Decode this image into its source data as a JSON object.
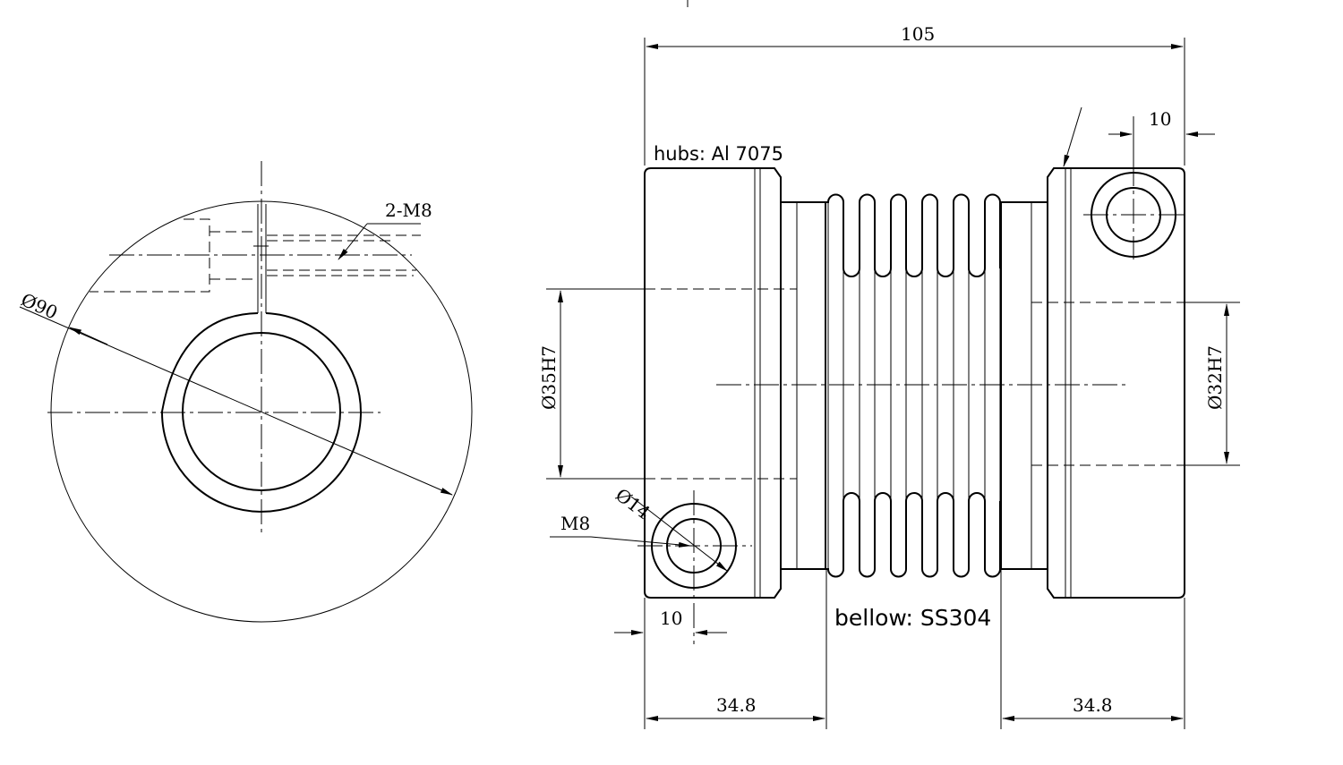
{
  "left_view": {
    "diameter_label": "Ø90",
    "thread_label": "2-M8"
  },
  "side_view": {
    "overall_length": "105",
    "top_offset": "10",
    "hub_material": "hubs: Al 7075",
    "bellow_material": "bellow: SS304",
    "bore_left": "Ø35H7",
    "bore_right": "Ø32H7",
    "counterbore": "Ø14",
    "screw": "M8",
    "bottom_offset": "10",
    "hub_length_left": "34.8",
    "hub_length_right": "34.8"
  }
}
